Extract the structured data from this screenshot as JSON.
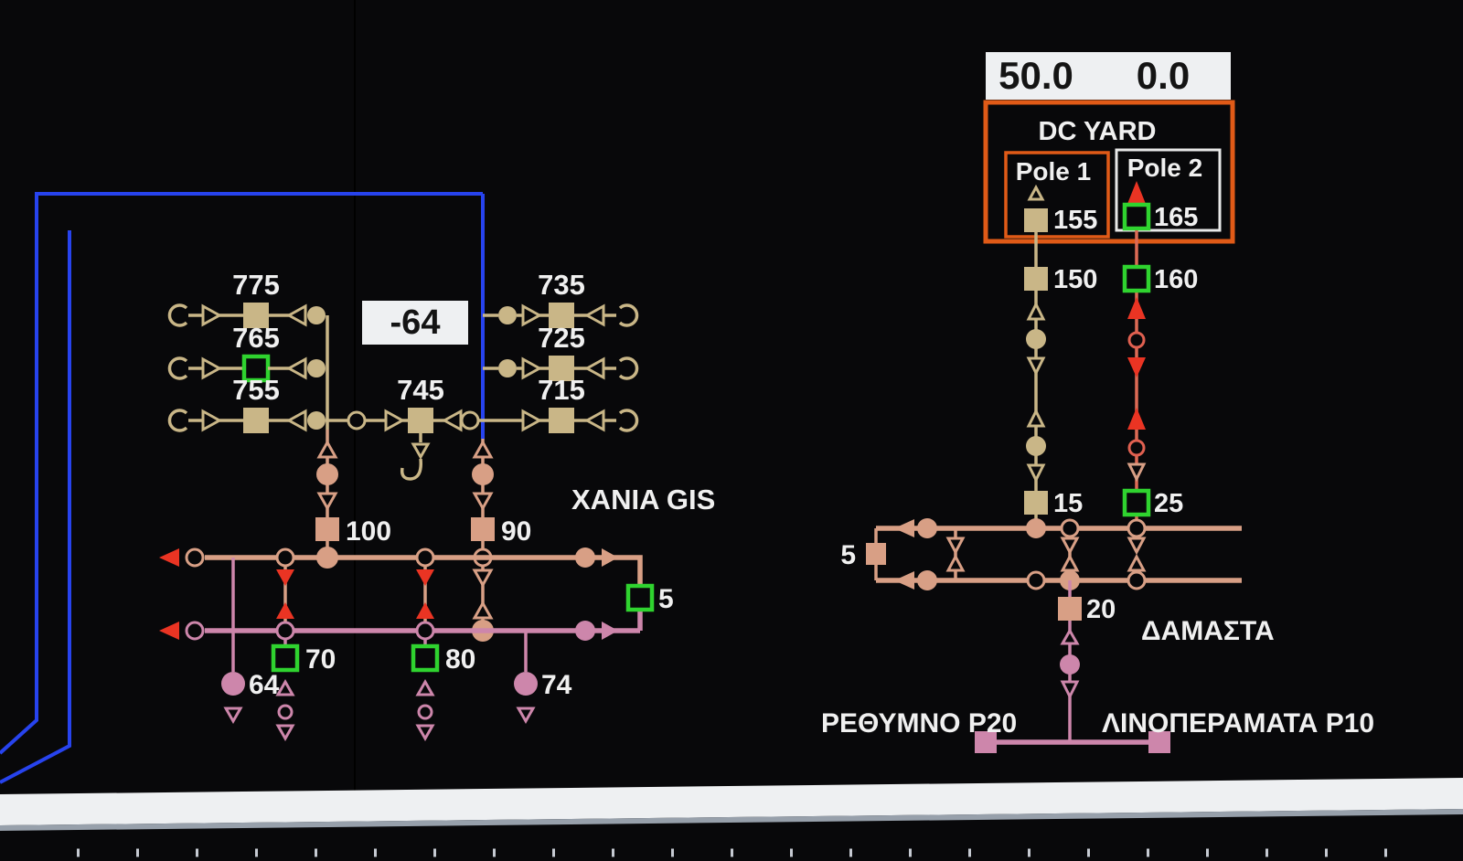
{
  "left_station": {
    "name": "XANIA GIS",
    "measurement_value": "-64",
    "bays": {
      "b775": "775",
      "b765": "765",
      "b755": "755",
      "b745": "745",
      "b735": "735",
      "b725": "725",
      "b715": "715"
    },
    "devices": {
      "d100": "100",
      "d90": "90",
      "d70": "70",
      "d80": "80",
      "d5": "5",
      "d64": "64",
      "d74": "74"
    }
  },
  "dc_yard": {
    "title": "DC YARD",
    "value_left": "50.0",
    "value_right": "0.0",
    "pole1": {
      "label": "Pole 1",
      "d155": "155",
      "d150": "150",
      "d15": "15"
    },
    "pole2": {
      "label": "Pole 2",
      "d165": "165",
      "d160": "160",
      "d25": "25"
    }
  },
  "right_station": {
    "name": "ΔΑΜΑΣΤΑ",
    "devices": {
      "d5": "5",
      "d20": "20"
    },
    "feeder_left": "ΡΕΘΥΜΝΟ P20",
    "feeder_right": "ΛΙΝΟΠΕΡΑΜΑΤΑ P10"
  },
  "colors": {
    "tan": "#c9b687",
    "salmon": "#d89f85",
    "pink": "#cd86ab",
    "red": "#ea3423",
    "green": "#2fd32f",
    "blue": "#2743ee",
    "orange": "#e05a17",
    "background": "#08080a",
    "panel_white": "#eef0f2"
  }
}
